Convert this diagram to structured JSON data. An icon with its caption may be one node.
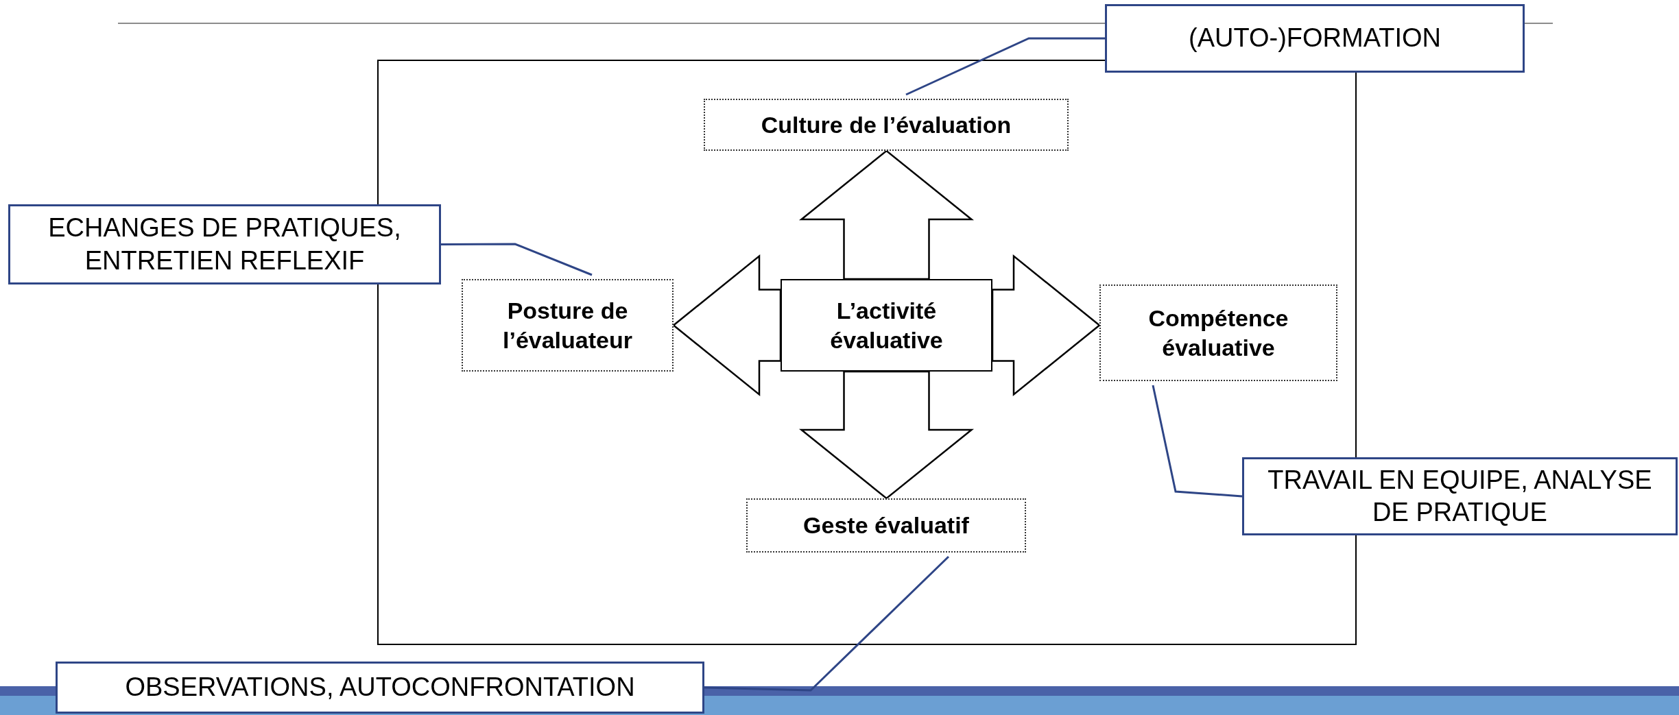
{
  "diagram": {
    "nodes": [
      {
        "text": [],
        "shape": "box"
      },
      {
        "text": [
          "(AUTO-)FORMATION"
        ]
      },
      {
        "text": [
          "Culture de l’évaluation"
        ],
        "in": 0
      },
      {
        "text": [
          "ECHANGES DE PRATIQUES, ENTRETIEN REFLEXIF"
        ]
      },
      {
        "text": [
          "Posture de l’évaluateur"
        ],
        "in": 0
      },
      {
        "text": [
          "L’activité évaluative"
        ],
        "in": 0
      },
      {
        "text": [
          "Compétence évaluative"
        ],
        "in": 0
      },
      {
        "text": [
          "TRAVAIL EN EQUIPE, ANALYSE DE PRATIQUE"
        ]
      },
      {
        "text": [
          "Geste évaluatif"
        ],
        "in": 0
      },
      {
        "text": [
          "OBSERVATIONS, AUTOCONFRONTATION"
        ]
      }
    ],
    "edges": [
      {
        "from": 5,
        "to": 2,
        "arrow": "to",
        "style": "thick"
      },
      {
        "from": 5,
        "to": 4,
        "arrow": "to",
        "style": "thick"
      },
      {
        "from": 5,
        "to": 6,
        "arrow": "to",
        "style": "thick"
      },
      {
        "from": 5,
        "to": 8,
        "arrow": "to",
        "style": "thick"
      },
      {
        "from": 1,
        "to": 2,
        "arrow": "none",
        "color": "#2e4586"
      },
      {
        "from": 3,
        "to": 4,
        "arrow": "none",
        "color": "#2e4586"
      },
      {
        "from": 7,
        "to": 6,
        "arrow": "none",
        "color": "#2e4586"
      },
      {
        "from": 9,
        "to": 8,
        "arrow": "none",
        "color": "#2e4586"
      }
    ]
  }
}
